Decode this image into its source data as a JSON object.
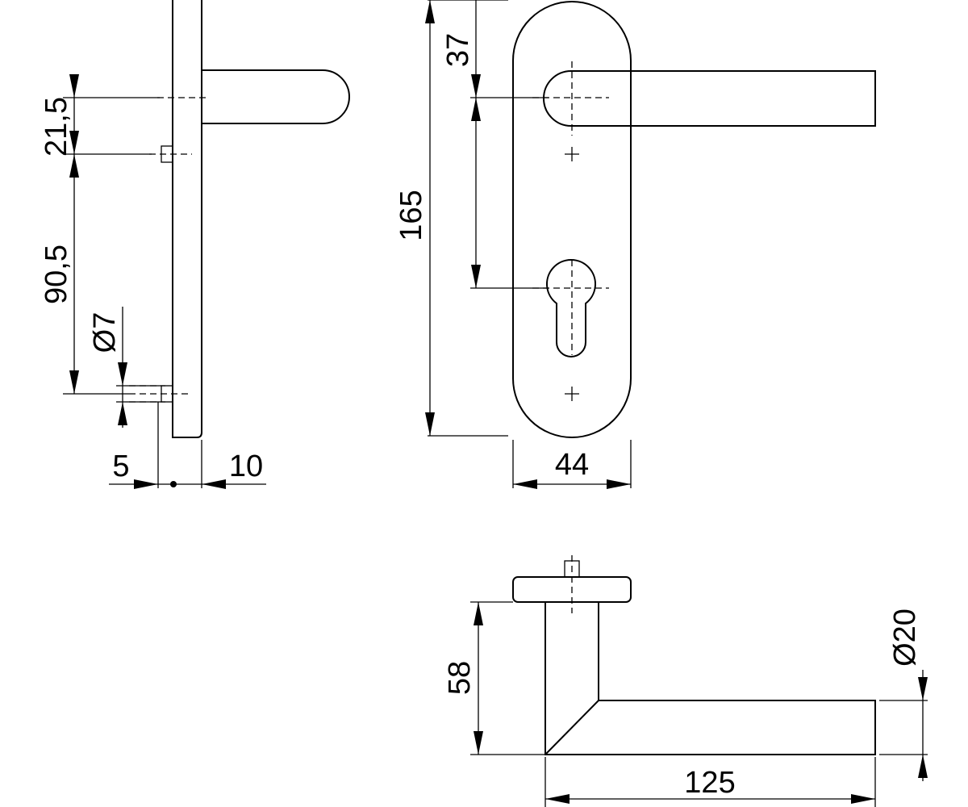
{
  "dimensions": {
    "d37": "37",
    "d165": "165",
    "d21_5": "21,5",
    "d90_5": "90,5",
    "d7": "Ø7",
    "d5": "5",
    "d10": "10",
    "d44": "44",
    "d58": "58",
    "d20": "Ø20",
    "d125": "125"
  }
}
